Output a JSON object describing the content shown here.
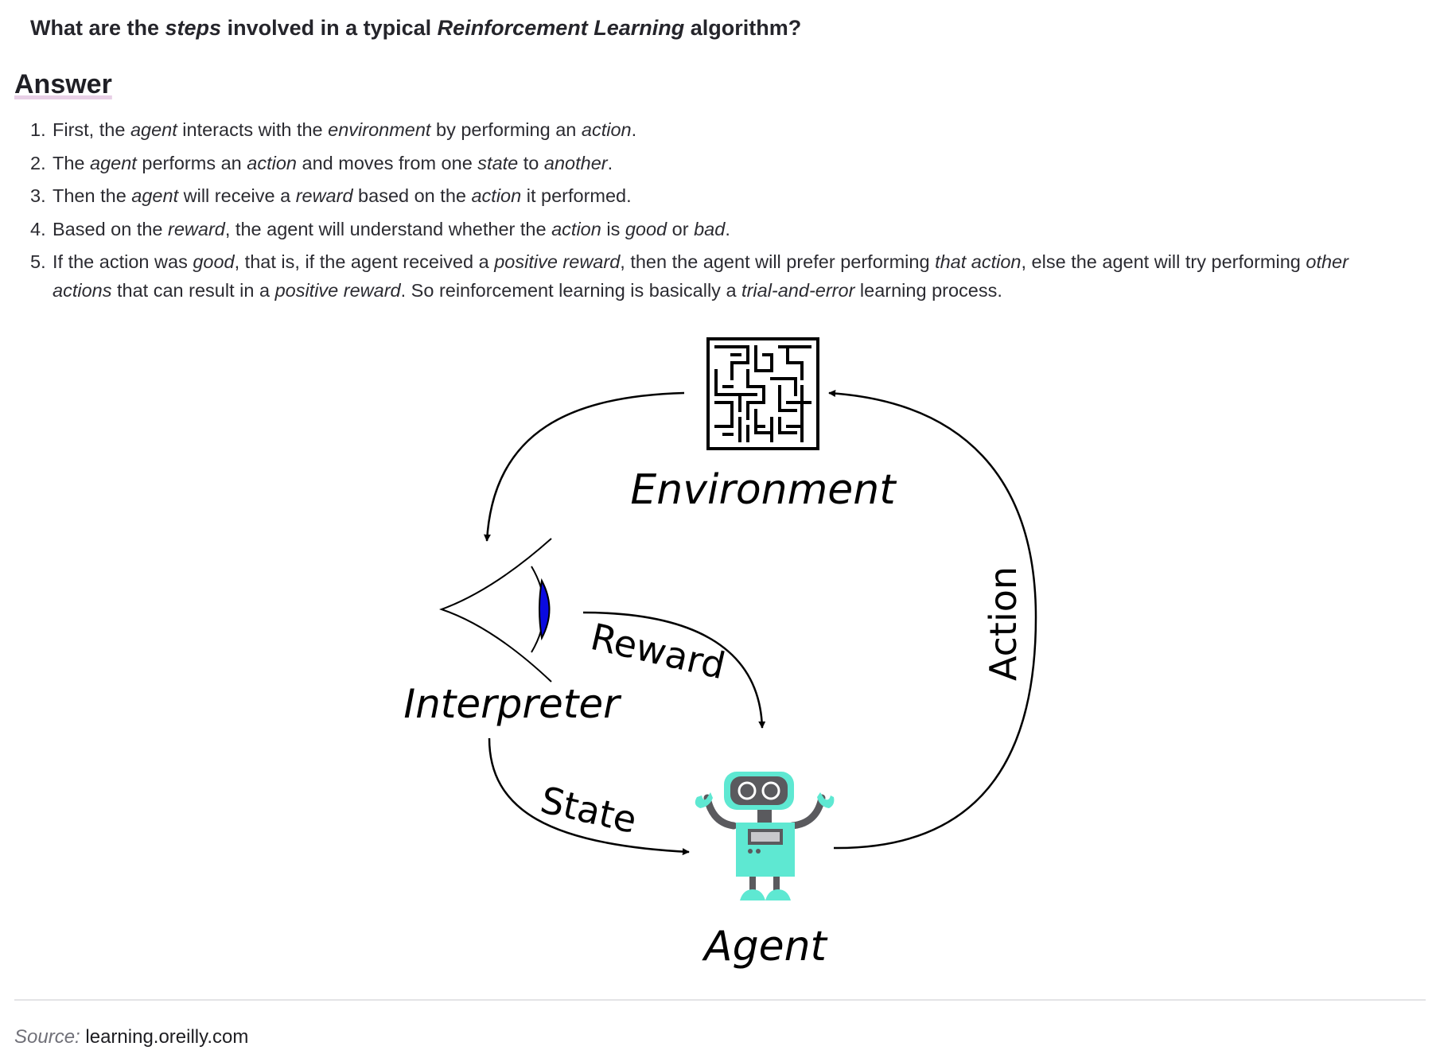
{
  "question": {
    "parts": [
      {
        "text": "What are the ",
        "italic": false
      },
      {
        "text": "steps",
        "italic": true
      },
      {
        "text": " involved in a typical ",
        "italic": false
      },
      {
        "text": "Reinforcement Learning",
        "italic": true
      },
      {
        "text": " algorithm?",
        "italic": false
      }
    ]
  },
  "answer_heading": "Answer",
  "steps": [
    {
      "num": "1.",
      "parts": [
        {
          "text": "First, the ",
          "italic": false
        },
        {
          "text": "agent",
          "italic": true
        },
        {
          "text": " interacts with the ",
          "italic": false
        },
        {
          "text": "environment",
          "italic": true
        },
        {
          "text": " by performing an ",
          "italic": false
        },
        {
          "text": "action",
          "italic": true
        },
        {
          "text": ".",
          "italic": false
        }
      ]
    },
    {
      "num": "2.",
      "parts": [
        {
          "text": "The ",
          "italic": false
        },
        {
          "text": "agent",
          "italic": true
        },
        {
          "text": " performs an ",
          "italic": false
        },
        {
          "text": "action",
          "italic": true
        },
        {
          "text": " and moves from one ",
          "italic": false
        },
        {
          "text": "state",
          "italic": true
        },
        {
          "text": " to ",
          "italic": false
        },
        {
          "text": "another",
          "italic": true
        },
        {
          "text": ".",
          "italic": false
        }
      ]
    },
    {
      "num": "3.",
      "parts": [
        {
          "text": "Then the ",
          "italic": false
        },
        {
          "text": "agent",
          "italic": true
        },
        {
          "text": " will receive a ",
          "italic": false
        },
        {
          "text": "reward",
          "italic": true
        },
        {
          "text": " based on the ",
          "italic": false
        },
        {
          "text": "action",
          "italic": true
        },
        {
          "text": " it performed.",
          "italic": false
        }
      ]
    },
    {
      "num": "4.",
      "parts": [
        {
          "text": "Based on the ",
          "italic": false
        },
        {
          "text": "reward",
          "italic": true
        },
        {
          "text": ", the agent will understand whether the ",
          "italic": false
        },
        {
          "text": "action",
          "italic": true
        },
        {
          "text": " is ",
          "italic": false
        },
        {
          "text": "good",
          "italic": true
        },
        {
          "text": " or ",
          "italic": false
        },
        {
          "text": "bad",
          "italic": true
        },
        {
          "text": ".",
          "italic": false
        }
      ]
    },
    {
      "num": "5.",
      "parts": [
        {
          "text": "If the action was ",
          "italic": false
        },
        {
          "text": "good",
          "italic": true
        },
        {
          "text": ", that is, if the agent received a ",
          "italic": false
        },
        {
          "text": "positive reward",
          "italic": true
        },
        {
          "text": ", then the agent will prefer performing ",
          "italic": false
        },
        {
          "text": "that action",
          "italic": true
        },
        {
          "text": ", else the agent will try performing ",
          "italic": false
        },
        {
          "text": "other actions",
          "italic": true
        },
        {
          "text": " that can result in a ",
          "italic": false
        },
        {
          "text": "positive reward",
          "italic": true
        },
        {
          "text": ". So reinforcement learning is basically a ",
          "italic": false
        },
        {
          "text": "trial-and-error",
          "italic": true
        },
        {
          "text": " learning process.",
          "italic": false
        }
      ]
    }
  ],
  "diagram": {
    "environment_label": "Environment",
    "interpreter_label": "Interpreter",
    "agent_label": "Agent",
    "reward_label": "Reward",
    "state_label": "State",
    "action_label": "Action",
    "colors": {
      "robot_body": "#5ee8d2",
      "robot_gray": "#5a5a5e",
      "eye_pupil": "#0a0ae0"
    }
  },
  "source": {
    "label": "Source:",
    "value": "learning.oreilly.com"
  }
}
